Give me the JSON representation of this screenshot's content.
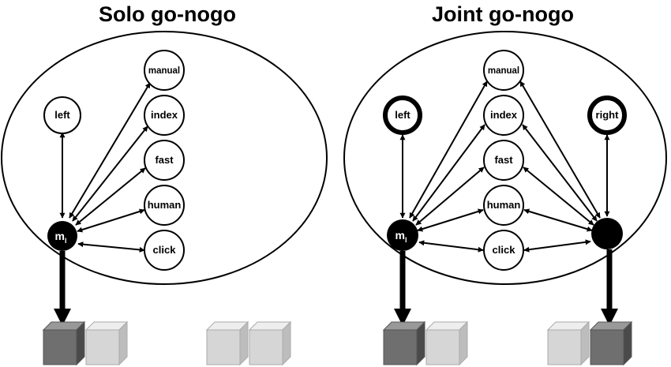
{
  "panels": {
    "solo": {
      "title": "Solo go-nogo",
      "left_label": "left",
      "agent_label": "m",
      "agent_subscript": "l",
      "features": [
        "manual",
        "index",
        "fast",
        "human",
        "click"
      ]
    },
    "joint": {
      "title": "Joint go-nogo",
      "left_label": "left",
      "right_label": "right",
      "agent_label": "m",
      "agent_subscript": "l",
      "features": [
        "manual",
        "index",
        "fast",
        "human",
        "click"
      ]
    }
  },
  "colors": {
    "cube_active": "#6f6f6f",
    "cube_inactive": "#d6d6d6",
    "agent_fill": "#000000",
    "line": "#000000"
  }
}
